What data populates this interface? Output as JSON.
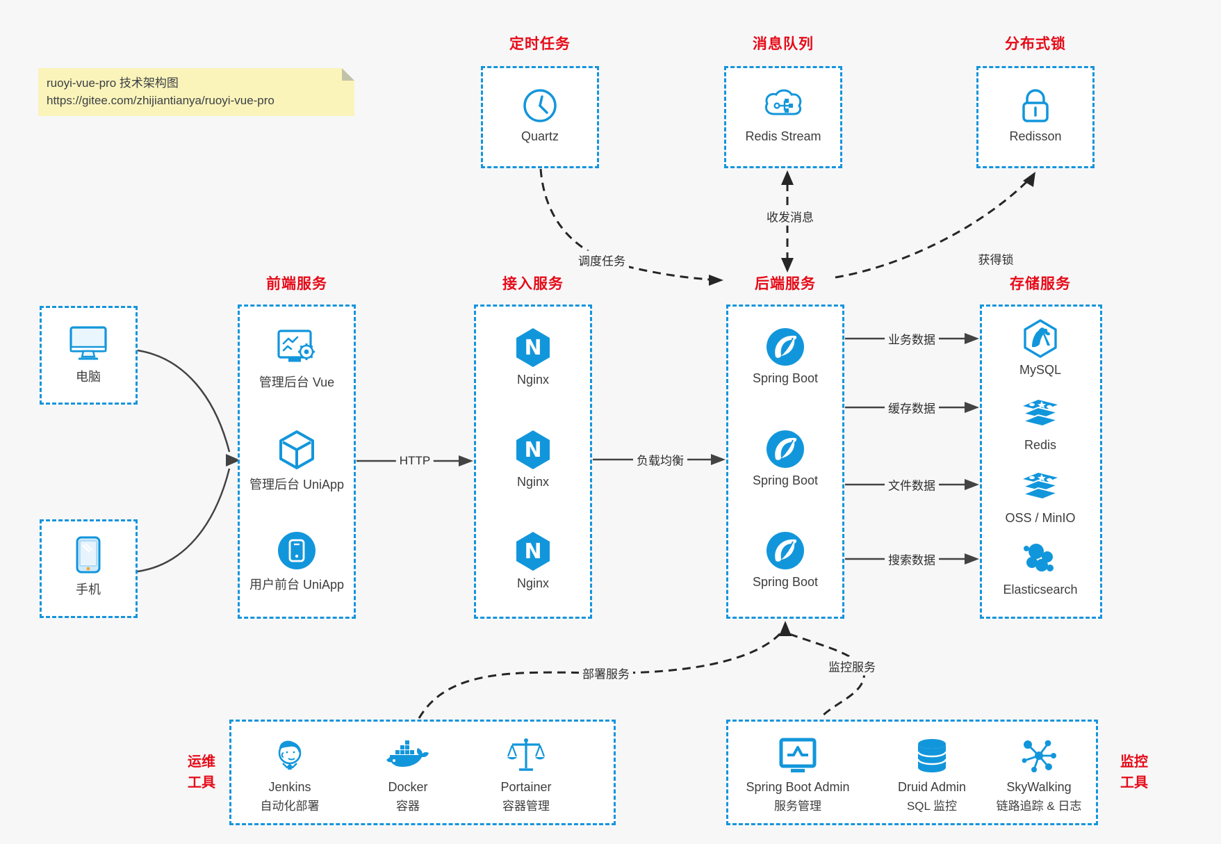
{
  "note": {
    "title": "ruoyi-vue-pro 技术架构图",
    "url": "https://gitee.com/zhijiantianya/ruoyi-vue-pro"
  },
  "colors": {
    "accent": "#1296db",
    "title_red": "#e60b18",
    "box_border": "#1594dc",
    "arrow": "#434343",
    "dashed_arrow": "#262626",
    "background": "#f7f7f8",
    "note_bg": "#fbf4ba"
  },
  "top_row": [
    {
      "title": "定时任务",
      "node": {
        "label": "Quartz",
        "icon": "clock-icon"
      }
    },
    {
      "title": "消息队列",
      "node": {
        "label": "Redis Stream",
        "icon": "cloud-stream-icon"
      }
    },
    {
      "title": "分布式锁",
      "node": {
        "label": "Redisson",
        "icon": "lock-icon"
      }
    }
  ],
  "clients": [
    {
      "label": "电脑",
      "icon": "desktop-icon"
    },
    {
      "label": "手机",
      "icon": "mobile-icon"
    }
  ],
  "service_columns": [
    {
      "title": "前端服务",
      "items": [
        {
          "label": "管理后台 Vue"
        },
        {
          "label": "管理后台 UniApp"
        },
        {
          "label": "用户前台 UniApp"
        }
      ]
    },
    {
      "title": "接入服务",
      "items": [
        {
          "label": "Nginx"
        },
        {
          "label": "Nginx"
        },
        {
          "label": "Nginx"
        }
      ]
    },
    {
      "title": "后端服务",
      "items": [
        {
          "label": "Spring Boot"
        },
        {
          "label": "Spring Boot"
        },
        {
          "label": "Spring Boot"
        }
      ]
    },
    {
      "title": "存储服务",
      "items": [
        {
          "label": "MySQL"
        },
        {
          "label": "Redis"
        },
        {
          "label": "OSS / MinIO"
        },
        {
          "label": "Elasticsearch"
        }
      ]
    }
  ],
  "bottom_row": {
    "ops": {
      "side_label": [
        "运维",
        "工具"
      ],
      "items": [
        {
          "label": "Jenkins",
          "sublabel": "自动化部署"
        },
        {
          "label": "Docker",
          "sublabel": "容器"
        },
        {
          "label": "Portainer",
          "sublabel": "容器管理"
        }
      ]
    },
    "monitor": {
      "side_label": [
        "监控",
        "工具"
      ],
      "items": [
        {
          "label": "Spring Boot Admin",
          "sublabel": "服务管理"
        },
        {
          "label": "Druid Admin",
          "sublabel": "SQL 监控"
        },
        {
          "label": "SkyWalking",
          "sublabel": "链路追踪 & 日志"
        }
      ]
    }
  },
  "edges": {
    "http": "HTTP",
    "load_balance": "负载均衡",
    "biz_data": "业务数据",
    "cache_data": "缓存数据",
    "file_data": "文件数据",
    "search_data": "搜索数据",
    "schedule": "调度任务",
    "message": "收发消息",
    "lock": "获得锁",
    "deploy": "部署服务",
    "monitor": "监控服务"
  }
}
